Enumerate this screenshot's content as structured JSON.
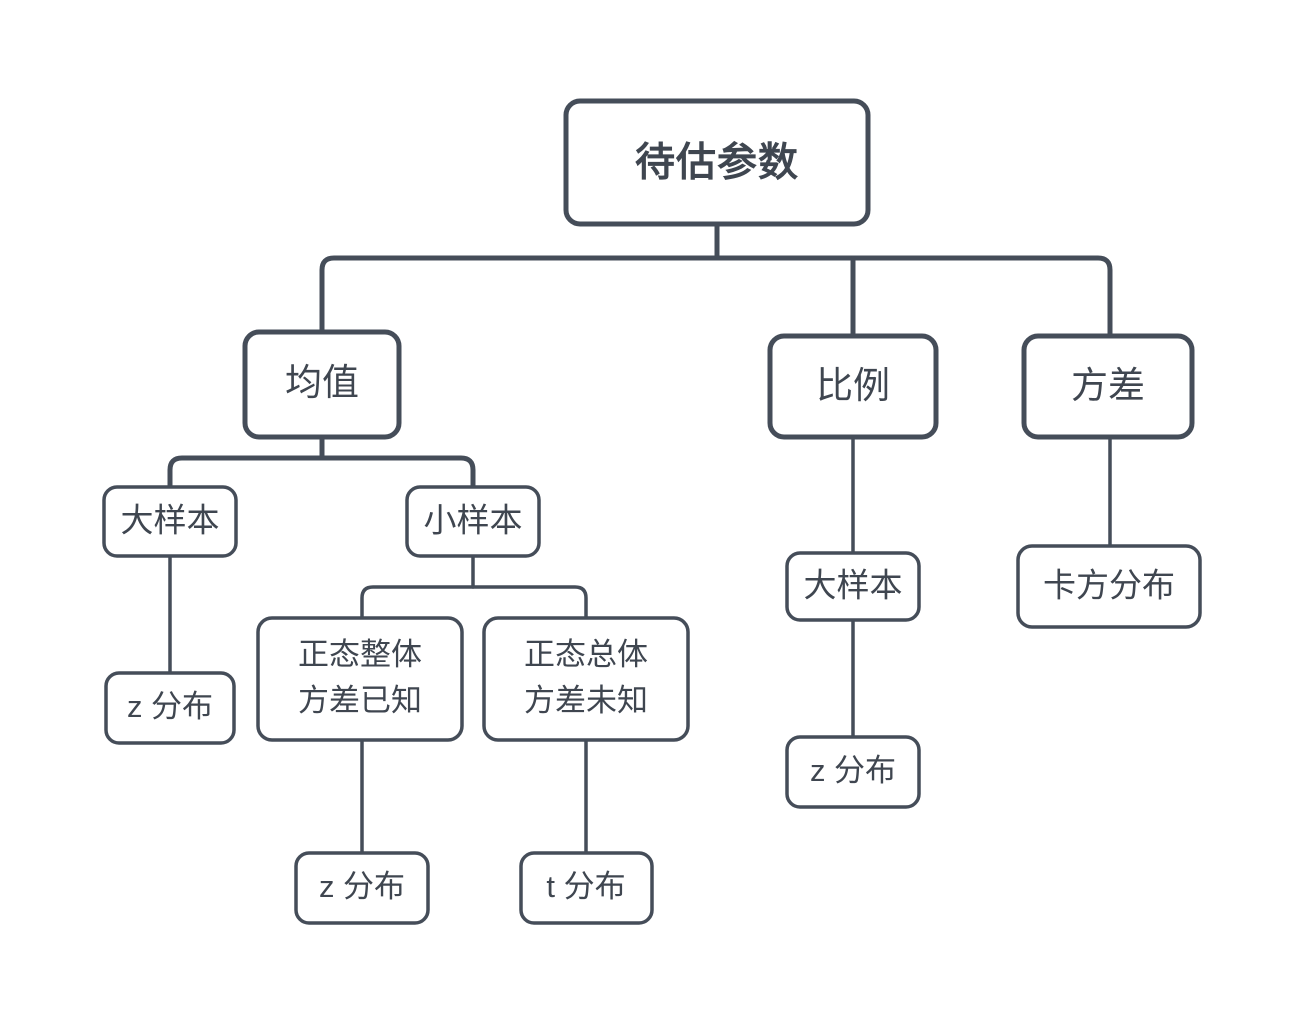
{
  "diagram": {
    "title": "待估参数",
    "type": "tree",
    "accent_color": "#454d59",
    "background_color": "#ffffff",
    "nodes": {
      "root": {
        "label": "待估参数"
      },
      "mean": {
        "label": "均值"
      },
      "proportion": {
        "label": "比例"
      },
      "variance": {
        "label": "方差"
      },
      "mean_large_sample": {
        "label": "大样本"
      },
      "mean_small_sample": {
        "label": "小样本"
      },
      "mean_large_z": {
        "label": "z 分布"
      },
      "normal_known_var": {
        "line1": "正态整体",
        "line2": "方差已知"
      },
      "normal_unknown_var": {
        "line1": "正态总体",
        "line2": "方差未知"
      },
      "normal_known_z": {
        "label": "z 分布"
      },
      "normal_unknown_t": {
        "label": "t 分布"
      },
      "prop_large_sample": {
        "label": "大样本"
      },
      "prop_large_z": {
        "label": "z 分布"
      },
      "variance_chisq": {
        "label": "卡方分布"
      }
    }
  }
}
